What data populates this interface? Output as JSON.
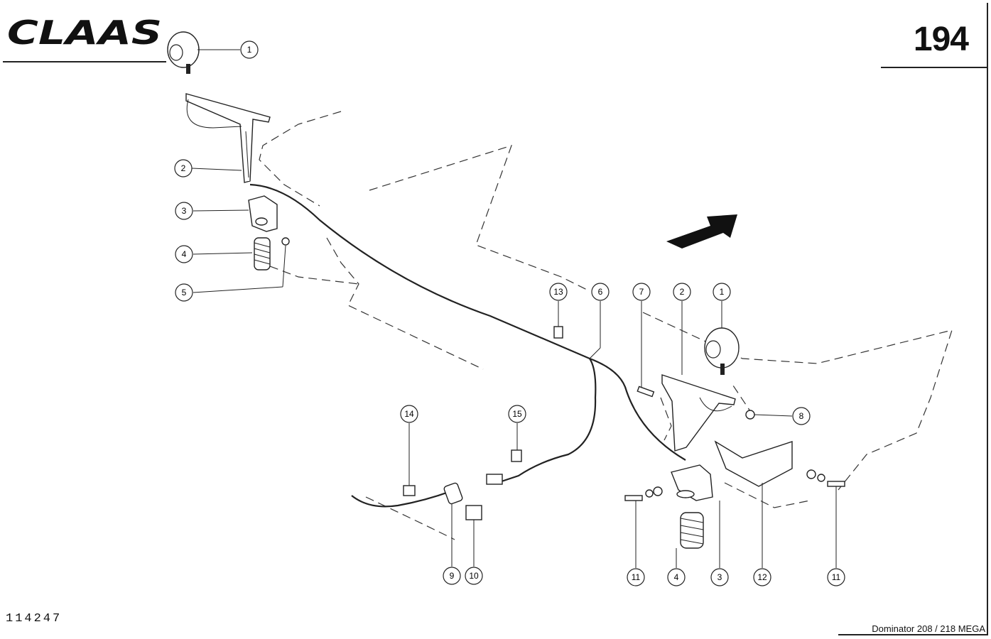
{
  "header": {
    "brand": "CLAAS",
    "page_number": "194"
  },
  "footer": {
    "drawing_number": "114247",
    "model": "Dominator 208 / 218 MEGA"
  },
  "callouts": [
    "1",
    "2",
    "3",
    "4",
    "5",
    "13",
    "6",
    "7",
    "2",
    "1",
    "8",
    "14",
    "15",
    "9",
    "10",
    "11",
    "4",
    "3",
    "12",
    "11"
  ]
}
